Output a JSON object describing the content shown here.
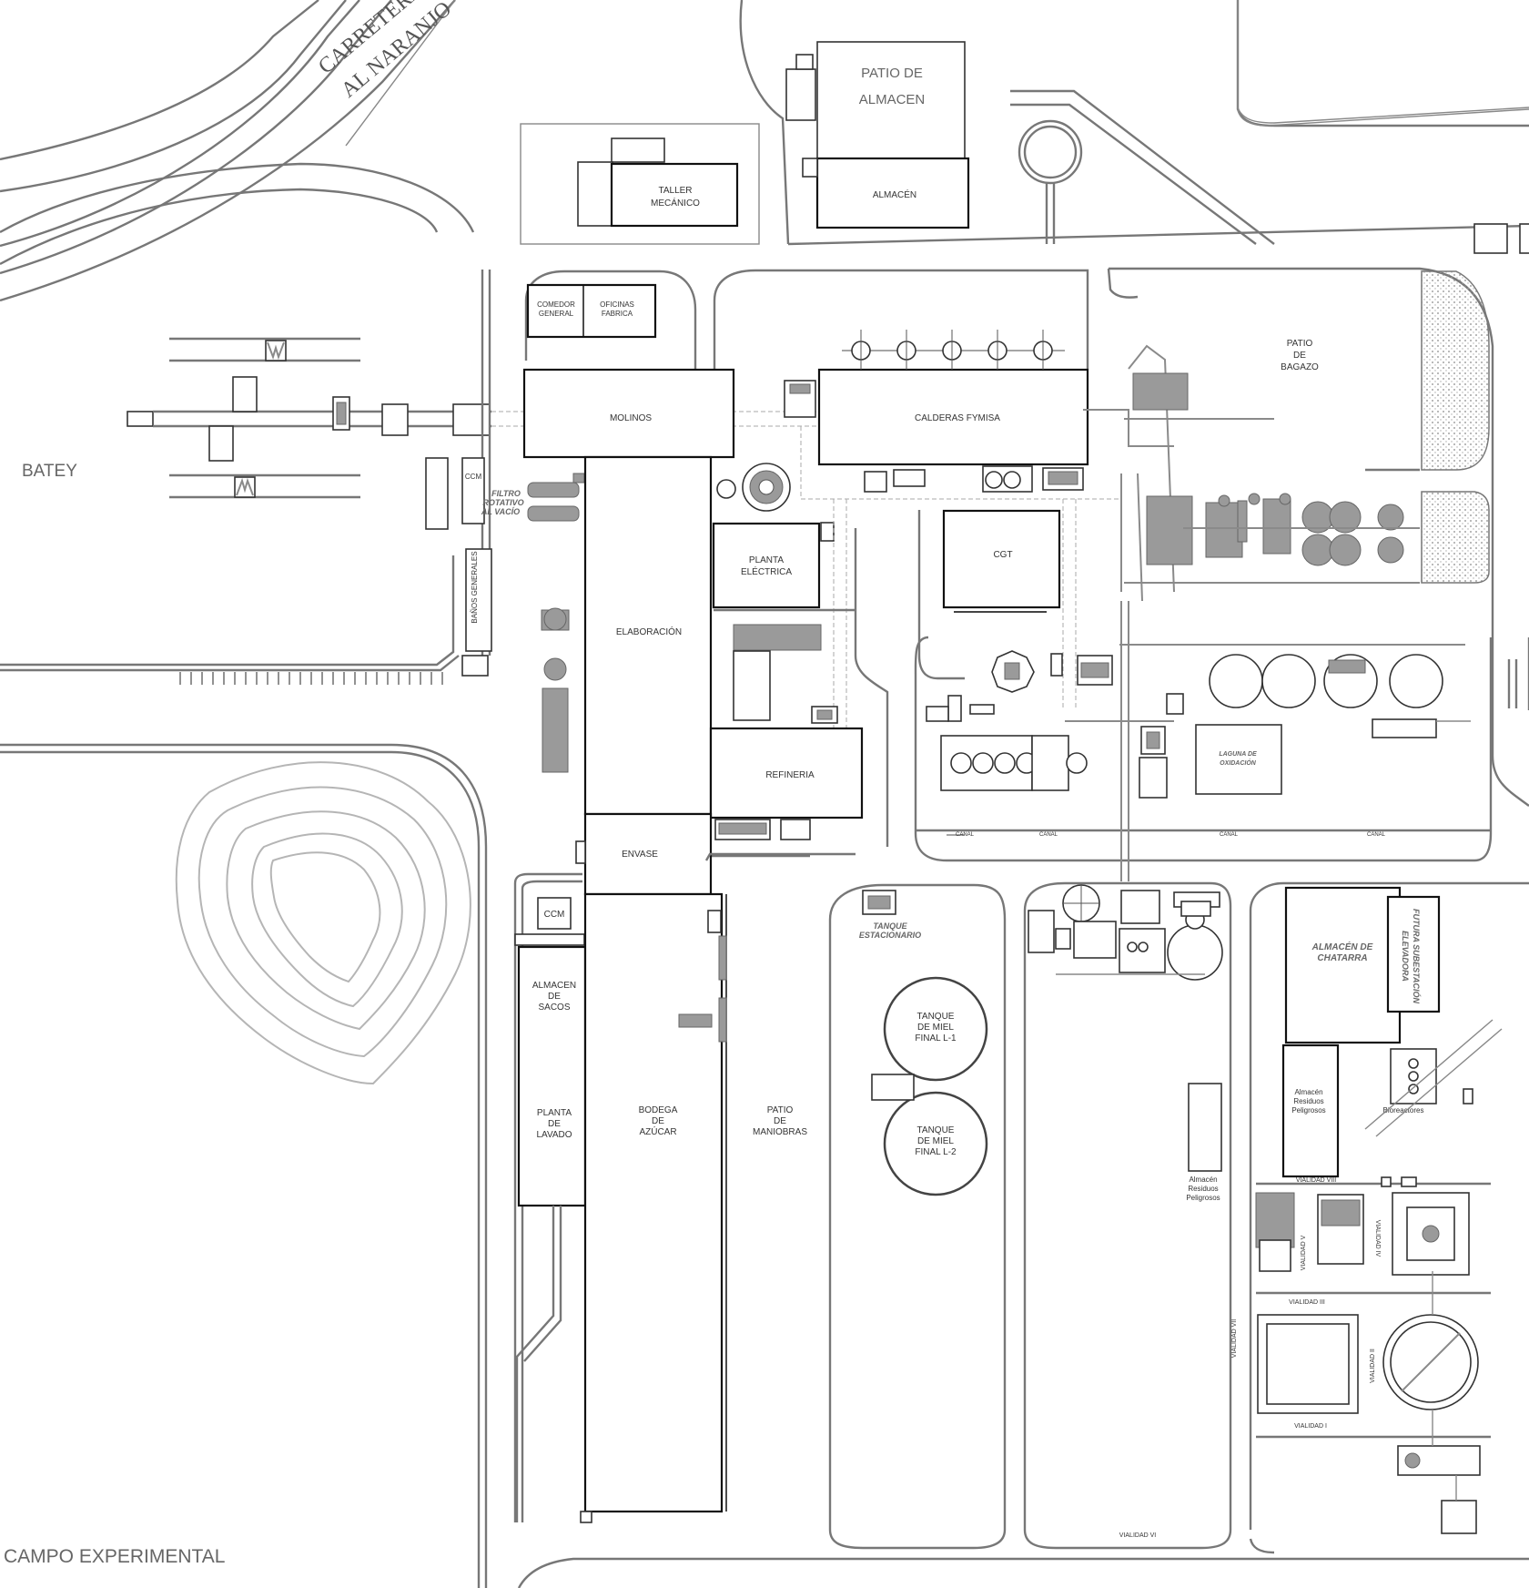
{
  "map": {
    "title_road": [
      "CARRETERA",
      "AL NARANJO"
    ],
    "areas": {
      "batey": "BATEY",
      "campo_experimental": "CAMPO EXPERIMENTAL",
      "patio_almacen": [
        "PATIO DE",
        "ALMACEN"
      ],
      "patio_bagazo": [
        "PATIO",
        "DE",
        "BAGAZO"
      ],
      "patio_maniobras": [
        "PATIO",
        "DE",
        "MANIOBRAS"
      ]
    },
    "buildings": {
      "taller": [
        "TALLER",
        "MECÁNICO"
      ],
      "almacen": "ALMACÉN",
      "comedor": [
        "COMEDOR",
        "GENERAL"
      ],
      "oficinas": [
        "OFICINAS",
        "FABRICA"
      ],
      "molinos": "MOLINOS",
      "calderas": "CALDERAS FYMISA",
      "ccm_top": "CCM",
      "filtro": [
        "FILTRO",
        "ROTATIVO",
        "AL VACÍO"
      ],
      "banos": "BAÑOS GENERALES",
      "planta_electrica": [
        "PLANTA",
        "ELÉCTRICA"
      ],
      "cgt": "CGT",
      "elaboracion": "ELABORACIÓN",
      "refineria": "REFINERIA",
      "envase": "ENVASE",
      "ccm_bottom": "CCM",
      "almacen_sacos": [
        "ALMACEN",
        "DE",
        "SACOS"
      ],
      "planta_lavado": [
        "PLANTA",
        "DE",
        "LAVADO"
      ],
      "bodega": [
        "BODEGA",
        "DE",
        "AZÚCAR"
      ],
      "tanque_l1": [
        "TANQUE",
        "DE MIEL",
        "FINAL L-1"
      ],
      "tanque_l2": [
        "TANQUE",
        "DE MIEL",
        "FINAL L-2"
      ],
      "tanque_estacionario": [
        "TANQUE",
        "ESTACIONARIO"
      ],
      "almacen_chatarra": [
        "ALMACÉN DE",
        "CHATARRA"
      ],
      "futura_subestacion": [
        "FUTURA SUBESTACIÓN",
        "ELEVADORA"
      ],
      "residuos_1": [
        "Almacén",
        "Residuos",
        "Peligrosos"
      ],
      "residuos_2": [
        "Almacén",
        "Residuos",
        "Peligrosos"
      ],
      "bioreactores": "Bioreactores",
      "laguna": [
        "LAGUNA DE",
        "OXIDACIÓN"
      ]
    },
    "roads": {
      "canal": "CANAL",
      "vialidad_i": "VIALIDAD I",
      "vialidad_ii": "VIALIDAD II",
      "vialidad_iii": "VIALIDAD III",
      "vialidad_iv": "VIALIDAD IV",
      "vialidad_v": "VIALIDAD V",
      "vialidad_vi": "VIALIDAD VI",
      "vialidad_vii": "VIALIDAD VII",
      "vialidad_viii": "VIALIDAD VIII"
    },
    "colors": {
      "building_stroke": "#111111",
      "road_stroke": "#777777",
      "equipment_fill": "#9a9a9a",
      "contour_stroke": "#b5b5b5"
    }
  }
}
